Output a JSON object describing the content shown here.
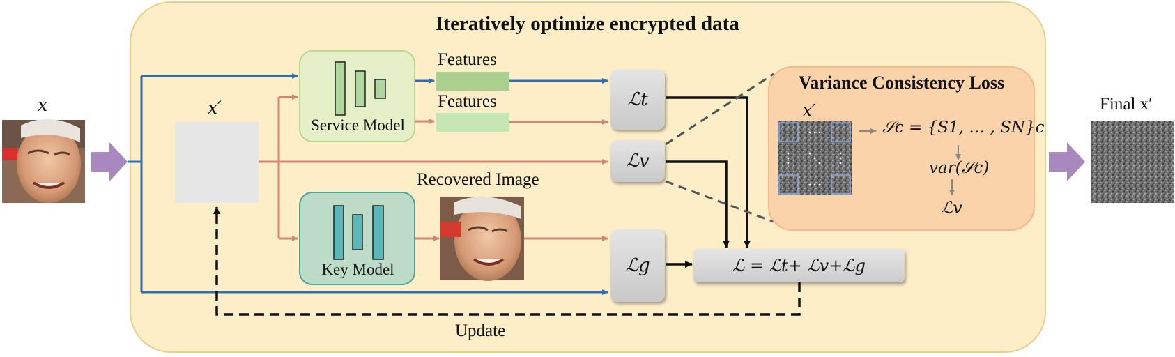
{
  "title": "Iteratively optimize encrypted data",
  "input_label": "x",
  "encrypted_label": "x′",
  "service_model_label": "Service Model",
  "key_model_label": "Key Model",
  "features_label_1": "Features",
  "features_label_2": "Features",
  "recovered_label": "Recovered Image",
  "update_label": "Update",
  "loss_t": "ℒt",
  "loss_v": "ℒv",
  "loss_g": "ℒg",
  "combined_loss": "ℒ = ℒt+ ℒv+ℒg",
  "vcl": {
    "title": "Variance Consistency Loss",
    "x_label": "x′",
    "set_formula": "𝒮c = {S1, … , SN}c",
    "var_formula": "var(𝒮c)",
    "loss_label": "ℒv"
  },
  "final_label": "Final x′",
  "colors": {
    "panel_bg": "#fdeec8",
    "panel_border": "#e8cf8a",
    "service_fill": "#e6f0c8",
    "service_border": "#b9d88f",
    "key_fill": "#bcdcc8",
    "key_border": "#4aa59a",
    "feature_fill": "#b2d79e",
    "feature_fill_light": "#c6e6b4",
    "blue_arrow": "#2e6fad",
    "red_arrow": "#d28573",
    "big_arrow": "#a988bf",
    "vcl_fill": "#fbd3aa",
    "vcl_border": "#f2b88a"
  }
}
